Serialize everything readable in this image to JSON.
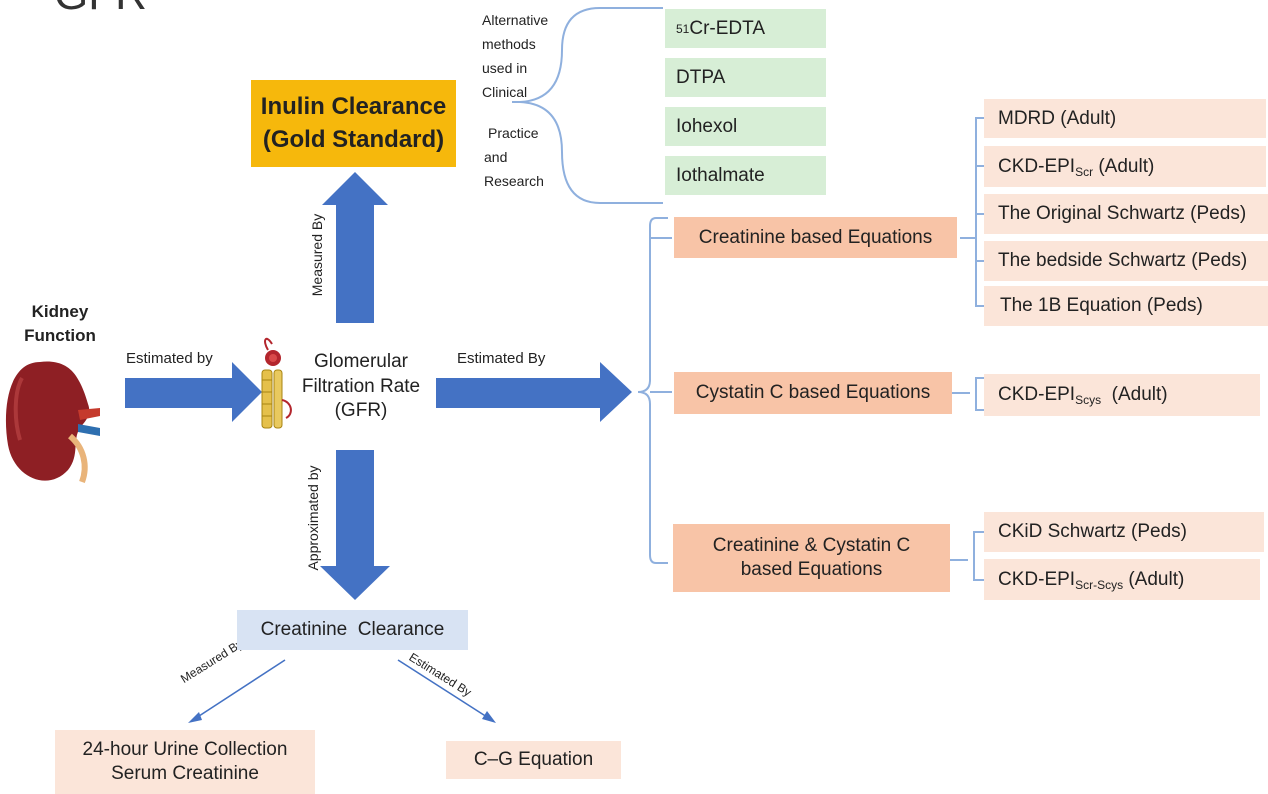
{
  "header_fragment": "GFR",
  "kidney": {
    "title_line1": "Kidney",
    "title_line2": "Function"
  },
  "gfr": {
    "line1": "Glomerular",
    "line2": "Filtration Rate",
    "line3": "(GFR)"
  },
  "arrows": {
    "estimated_by_left": "Estimated by",
    "estimated_by_right": "Estimated  By",
    "measured_by": "Measured By",
    "approximated_by": "Approximated by",
    "measured_by_small": "Measured By",
    "estimated_by_small": "Estimated By"
  },
  "inulin": {
    "line1": "Inulin Clearance",
    "line2": "(Gold Standard)"
  },
  "alternative_note": {
    "line1": "Alternative",
    "line2": "methods",
    "line3": "used in",
    "line4": "Clinical",
    "line5": "Practice",
    "line6": "and",
    "line7": "Research"
  },
  "alternative_methods": {
    "cr_edta_sup": "51",
    "cr_edta_text": "Cr-EDTA",
    "dtpa": "DTPA",
    "iohexol": "Iohexol",
    "iothalmate": "Iothalmate"
  },
  "equation_groups": {
    "creatinine": "Creatinine based Equations",
    "cystatin": "Cystatin C based Equations",
    "combined_line1": "Creatinine & Cystatin C",
    "combined_line2": "based Equations"
  },
  "creatinine_equations": {
    "mdrd": "MDRD (Adult)",
    "ckd_epi_scr_main": "CKD-EPI",
    "ckd_epi_scr_sub": "Scr",
    "ckd_epi_scr_suffix": " (Adult)",
    "original_schwartz": "The Original Schwartz (Peds)",
    "bedside_schwartz": "The bedside Schwartz (Peds)",
    "eq_1b": "The 1B Equation (Peds)"
  },
  "cystatin_equations": {
    "ckd_epi_scys_main": "CKD-EPI",
    "ckd_epi_scys_sub": "Scys",
    "ckd_epi_scys_suffix": "  (Adult)"
  },
  "combined_equations": {
    "ckid": "CKiD Schwartz (Peds)",
    "ckd_epi_both_main": "CKD-EPI",
    "ckd_epi_both_sub": "Scr-Scys",
    "ckd_epi_both_suffix": " (Adult)"
  },
  "creatinine_clearance": {
    "label": "Creatinine  Clearance"
  },
  "urine": {
    "line1": "24-hour Urine Collection",
    "line2": "Serum Creatinine"
  },
  "cg": {
    "label": "C–G Equation"
  },
  "colors": {
    "arrow_blue": "#4472c4",
    "gold": "#f6b80c",
    "green": "#d7eed6",
    "salmon": "#f8c4a7",
    "pale_salmon": "#fbe5d9",
    "pale_blue": "#d8e3f3",
    "bracket_blue": "#8fb0de"
  }
}
